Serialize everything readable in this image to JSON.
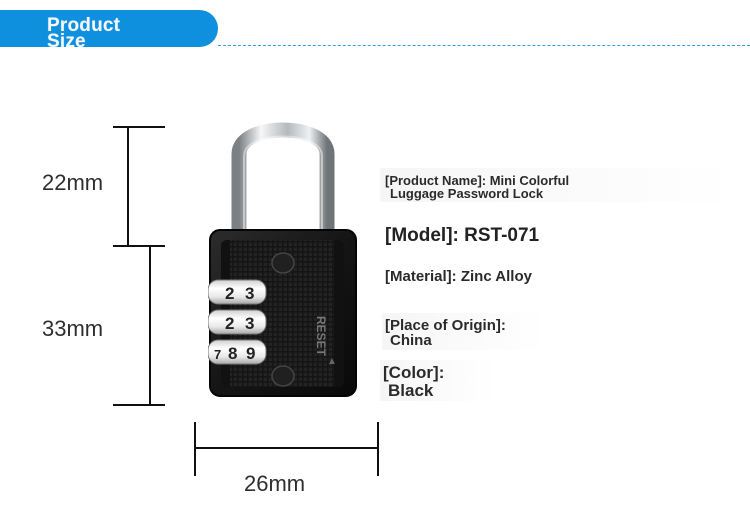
{
  "header": {
    "title_line1": "Product",
    "title_line2": "Size"
  },
  "dimensions": {
    "shackle_height": "22mm",
    "body_height": "33mm",
    "width": "26mm"
  },
  "specs": {
    "product_name_line1": "[Product Name]: Mini Colorful",
    "product_name_line2": "Luggage Password Lock",
    "model": "[Model]: RST-071",
    "material": "[Material]: Zinc Alloy",
    "origin_line1": "[Place of Origin]:",
    "origin_line2": "China",
    "color_line1": "[Color]:",
    "color_line2": "Black"
  },
  "lock": {
    "dials": [
      [
        "2",
        "3"
      ],
      [
        "2",
        "3"
      ],
      [
        "7",
        "8",
        "9"
      ]
    ],
    "brand_text": "RESET",
    "body_color": "#171717",
    "shackle_color": "#cfd3d6",
    "dial_color": "#efefef"
  },
  "colors": {
    "accent": "#0f90de",
    "text": "#2b2b2b",
    "line": "#111111"
  }
}
